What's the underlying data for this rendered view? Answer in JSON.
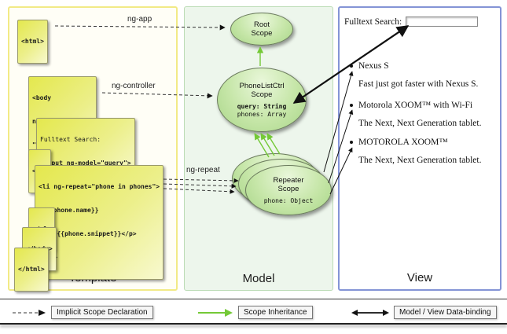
{
  "diagram": {
    "columns": {
      "template": "Template",
      "model": "Model",
      "view": "View"
    }
  },
  "code": {
    "html_open": "<html>",
    "body_open_l1": "<body",
    "body_open_l2": "ng-controller=",
    "body_open_l3": "\"PhoneListCtrl\">",
    "fulltext_l1": "Fulltext Search:",
    "fulltext_l2": "<input ng-model=\"query\">",
    "ul_open": "<ul>",
    "li_l1": "<li ng-repeat=\"phone in phones\">",
    "li_l2": "{{phone.name}}",
    "li_l3": "<p>{{phone.snippet}}</p>",
    "li_l4": "</li>",
    "ul_close": "</ul>",
    "body_close": "</body>",
    "html_close": "</html>"
  },
  "arrow_labels": {
    "ng_app": "ng-app",
    "ng_controller": "ng-controller",
    "ng_repeat": "ng-repeat"
  },
  "scopes": {
    "root": {
      "title": "Root",
      "subtitle": "Scope"
    },
    "phonelist": {
      "title": "PhoneListCtrl",
      "subtitle": "Scope",
      "prop_query": "query: String",
      "prop_phones": "phones: Array"
    },
    "repeater": {
      "title": "Repeater",
      "subtitle": "Scope",
      "prop_phone": "phone: Object"
    }
  },
  "view": {
    "search_label": "Fulltext Search:",
    "search_value": "",
    "items": [
      {
        "title": "Nexus S",
        "desc": "Fast just got faster with Nexus S."
      },
      {
        "title": "Motorola XOOM™ with Wi-Fi",
        "desc": "The Next, Next Generation tablet."
      },
      {
        "title": "MOTOROLA XOOM™",
        "desc": "The Next, Next Generation tablet."
      }
    ]
  },
  "legend": [
    {
      "label": "Implicit Scope Declaration"
    },
    {
      "label": "Scope Inheritance"
    },
    {
      "label": "Model / View Data-binding"
    }
  ],
  "colors": {
    "chip_yellow": "#e4e84e",
    "scope_green": "#c6e6a8",
    "template_border": "#f2ea86",
    "model_bg": "#edf6ec",
    "view_border": "#8494d6",
    "inheritance_green": "#74c937",
    "arrow_black": "#111111"
  }
}
